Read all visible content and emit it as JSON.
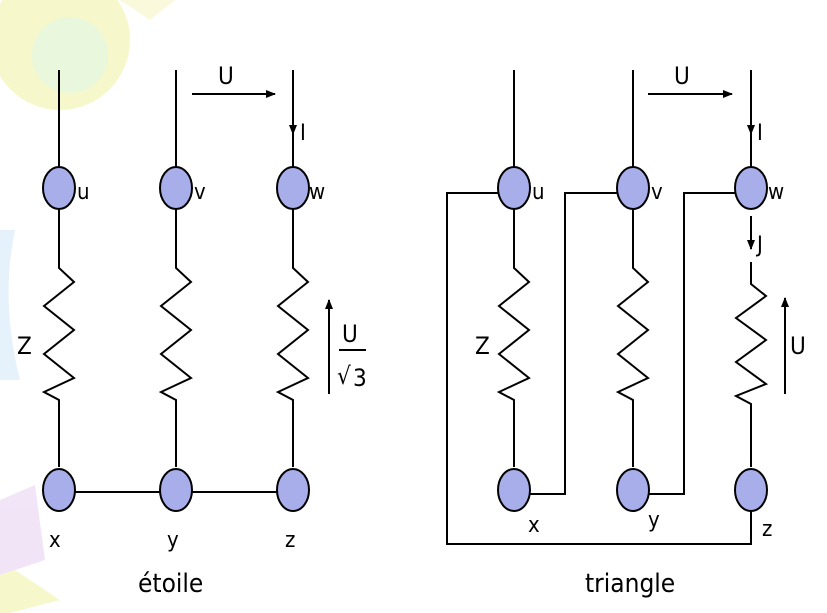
{
  "colors": {
    "node_fill": "#a8aeea",
    "line": "#000000",
    "background": "#ffffff",
    "watermark_yellow": "#f6f7c6",
    "watermark_green": "#e7f7d9",
    "watermark_blue": "#e2f0fb",
    "watermark_purple": "#f1e2f7"
  },
  "star": {
    "caption": "étoile",
    "terminals_top": [
      "u",
      "v",
      "w"
    ],
    "terminals_bottom": [
      "x",
      "y",
      "z"
    ],
    "voltage_label": "U",
    "current_label": "I",
    "impedance_label": "Z",
    "phase_voltage_num": "U",
    "phase_voltage_den": "3",
    "sqrt_symbol": "√"
  },
  "delta": {
    "caption": "triangle",
    "terminals_top": [
      "u",
      "v",
      "w"
    ],
    "terminals_bottom": [
      "x",
      "y",
      "z"
    ],
    "voltage_label": "U",
    "current_label": "I",
    "phase_current_label": "J",
    "impedance_label": "Z",
    "phase_voltage_label": "U"
  }
}
